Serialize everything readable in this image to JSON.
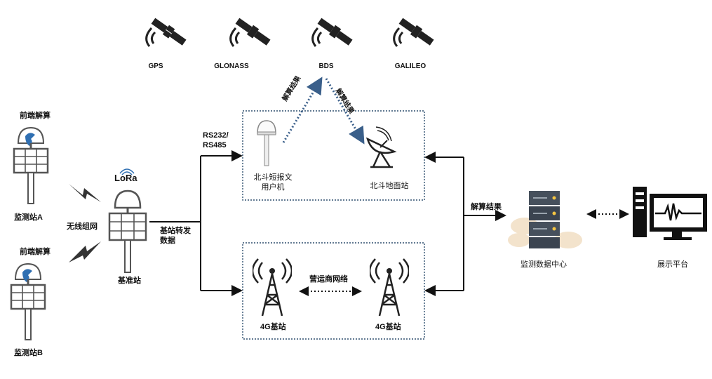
{
  "satellites": [
    {
      "name": "GPS",
      "icon": "satellite-icon"
    },
    {
      "name": "GLONASS",
      "icon": "satellite-icon"
    },
    {
      "name": "BDS",
      "icon": "satellite-icon"
    },
    {
      "name": "GALILEO",
      "icon": "satellite-icon"
    }
  ],
  "stations": {
    "station_a": {
      "top_label": "前端解算",
      "bottom_label": "监测站A"
    },
    "station_b": {
      "top_label": "前端解算",
      "bottom_label": "监测站B"
    },
    "wireless": "无线组网",
    "lora_logo": "LoRa",
    "base": "基准站"
  },
  "links": {
    "base_forward": "基站转发\n数据",
    "rs": "RS232/\nRS485",
    "solve_result_up": "解算结果",
    "solve_result_down": "解算结果",
    "solve_result_center": "解算结果",
    "operator_network": "营运商网络"
  },
  "beidou_box": {
    "user_terminal": "北斗短报文\n用户机",
    "ground_station": "北斗地面站"
  },
  "cellular_box": {
    "left_tower": "4G基站",
    "right_tower": "4G基站"
  },
  "center": {
    "label": "监测数据中心"
  },
  "display": {
    "label": "展示平台"
  },
  "colors": {
    "box_border": "#2f4f6f",
    "dotted_arrow": "#3a5f8a",
    "icon_dark": "#222222",
    "accent_blue": "#2f6fb2",
    "cloud": "#f0dcc0"
  }
}
